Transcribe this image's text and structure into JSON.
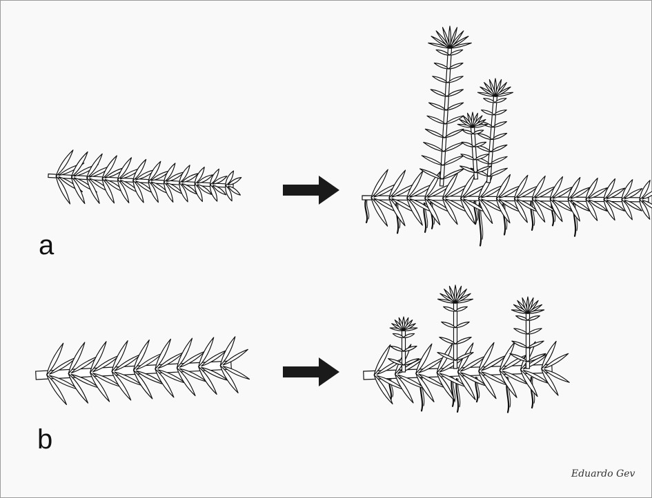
{
  "panels": [
    {
      "label": "a"
    },
    {
      "label": "b"
    }
  ],
  "signature": "Eduardo Gev",
  "icons": {
    "arrow": "right-arrow-icon"
  },
  "colors": {
    "stroke": "#111111",
    "background": "#f9f9f9",
    "arrow": "#1a1a1a"
  }
}
